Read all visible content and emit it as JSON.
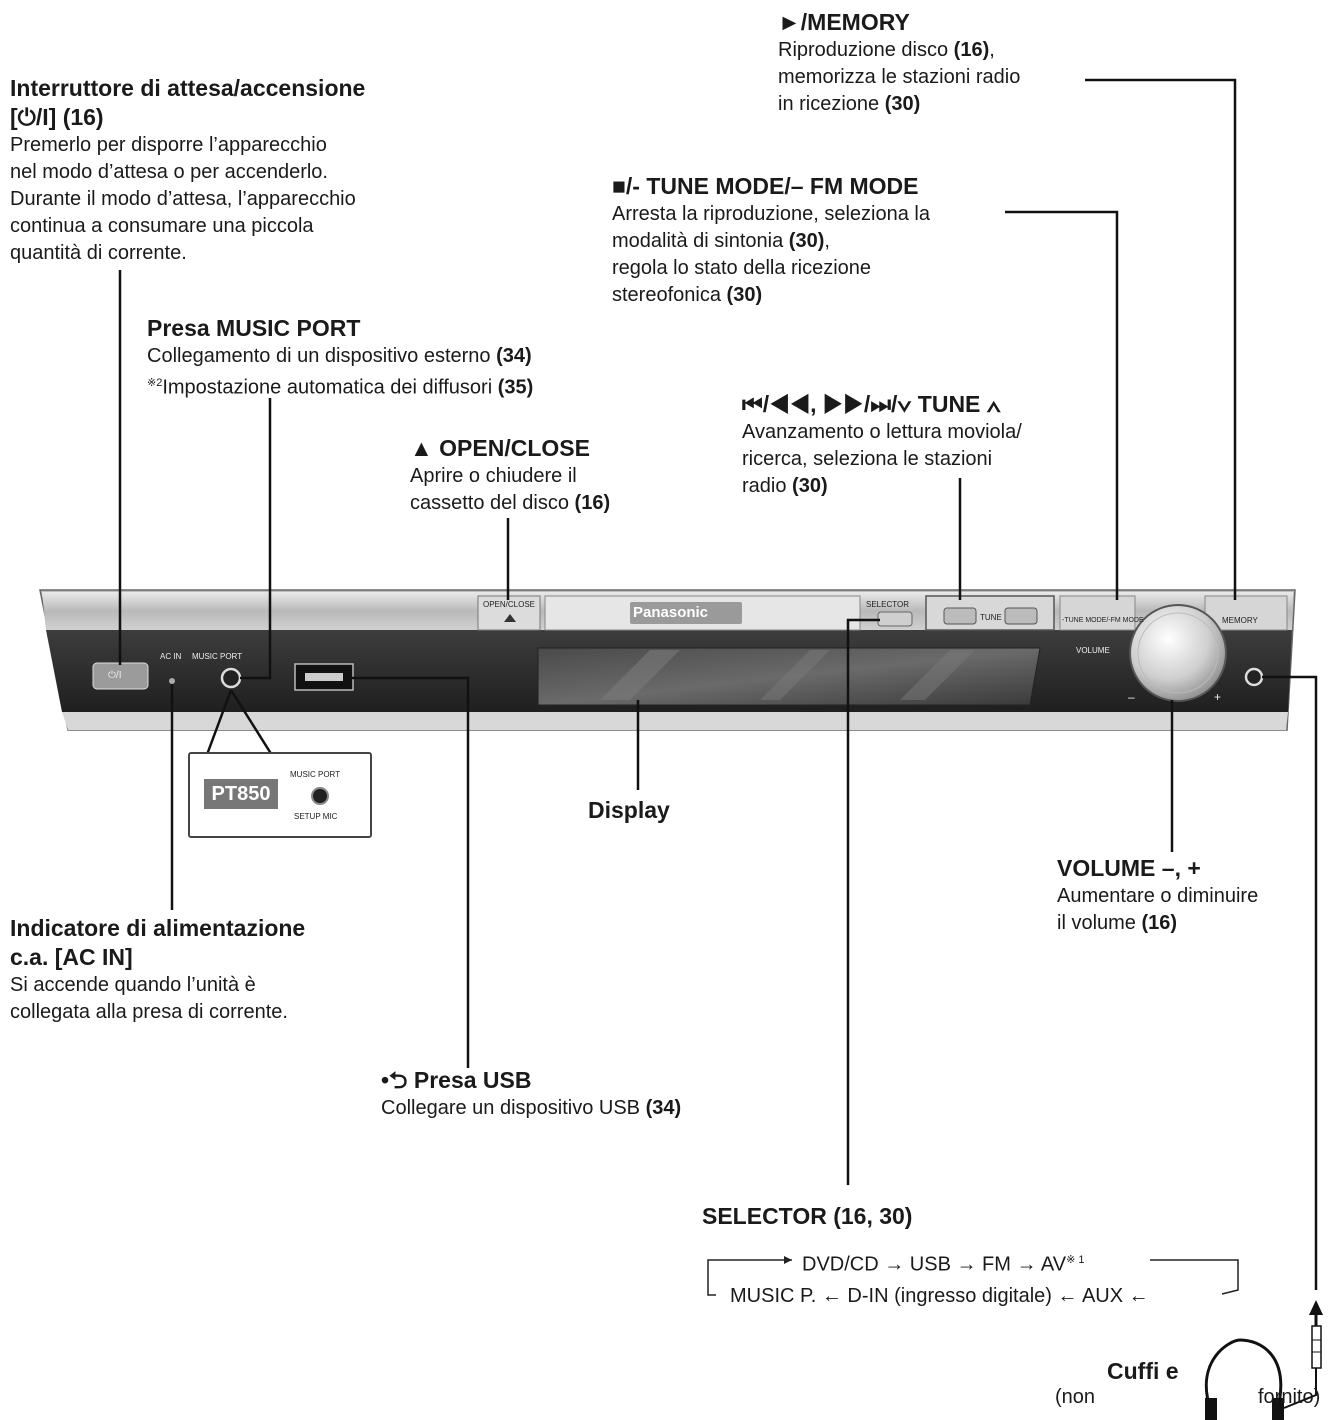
{
  "power": {
    "title": "Interruttore di attesa/accensione",
    "symbol": "[⏻/I]",
    "ref": "(16)",
    "desc": [
      "Premerlo per disporre l’apparecchio",
      "nel modo d’attesa o per accenderlo.",
      "Durante il modo d’attesa, l’apparecchio",
      "continua a consumare una piccola",
      "quantità di corrente."
    ]
  },
  "music_port": {
    "title": "Presa MUSIC PORT",
    "line1": "Collegamento di un dispositivo esterno",
    "line1_ref": "(34)",
    "note_mark": "※2",
    "line2": "Impostazione automatica dei diffusori",
    "line2_ref": "(35)"
  },
  "open_close": {
    "title": "▲ OPEN/CLOSE",
    "line1": "Aprire o chiudere il",
    "line2": "cassetto del disco",
    "ref": "(16)"
  },
  "memory": {
    "title": "►/MEMORY",
    "line1": "Riproduzione disco",
    "line1_ref": "(16)",
    "line1_tail": ",",
    "line2": "memorizza le stazioni radio",
    "line3": "in ricezione",
    "line3_ref": "(30)"
  },
  "stop": {
    "title": "■/- TUNE MODE/– FM MODE",
    "line1": "Arresta la riproduzione, seleziona la",
    "line2": "modalità di sintonia",
    "line2_ref": "(30)",
    "line2_tail": ",",
    "line3": "regola lo stato della ricezione",
    "line4": "stereofonica",
    "line4_ref": "(30)"
  },
  "tune": {
    "title": "⏮/◀◀, ▶▶/⏭/∨ TUNE ∧",
    "line1": "Avanzamento o lettura moviola/",
    "line2": "ricerca, seleziona le stazioni",
    "line3": "radio",
    "line3_ref": "(30)"
  },
  "display": {
    "title": "Display"
  },
  "volume": {
    "title": "VOLUME –, +",
    "line1": "Aumentare o diminuire",
    "line2": "il volume",
    "ref": "(16)"
  },
  "ac_in": {
    "title1": "Indicatore di alimentazione",
    "title2": "c.a. [AC IN]",
    "line1": "Si accende quando l’unità è",
    "line2": "collegata alla presa di corrente."
  },
  "usb": {
    "icon": "•⮌",
    "title": "Presa USB",
    "line1": "Collegare un dispositivo USB",
    "ref": "(34)"
  },
  "selector": {
    "title": "SELECTOR (16, 30)",
    "row1": "DVD/CD → USB → FM → AV",
    "row1_mark": "※ 1",
    "row2": "MUSIC P. ← D-IN (ingresso digitale) ← AUX ←"
  },
  "headphones": {
    "title": "Cuffi e",
    "note_open": "(non",
    "note_close": "fornito)"
  },
  "panel": {
    "brand": "Panasonic",
    "open_close": "OPEN/CLOSE",
    "ac_in": "AC IN",
    "music_port": "MUSIC PORT",
    "selector": "SELECTOR",
    "tune": "TUNE",
    "tune_mode": "-TUNE MODE/-FM MODE",
    "memory": "MEMORY",
    "volume": "VOLUME",
    "minus": "–",
    "plus": "+",
    "power_btn": "⏻/I"
  },
  "inset": {
    "badge": "PT850",
    "music_port": "MUSIC PORT",
    "setup_mic": "SETUP MIC"
  }
}
